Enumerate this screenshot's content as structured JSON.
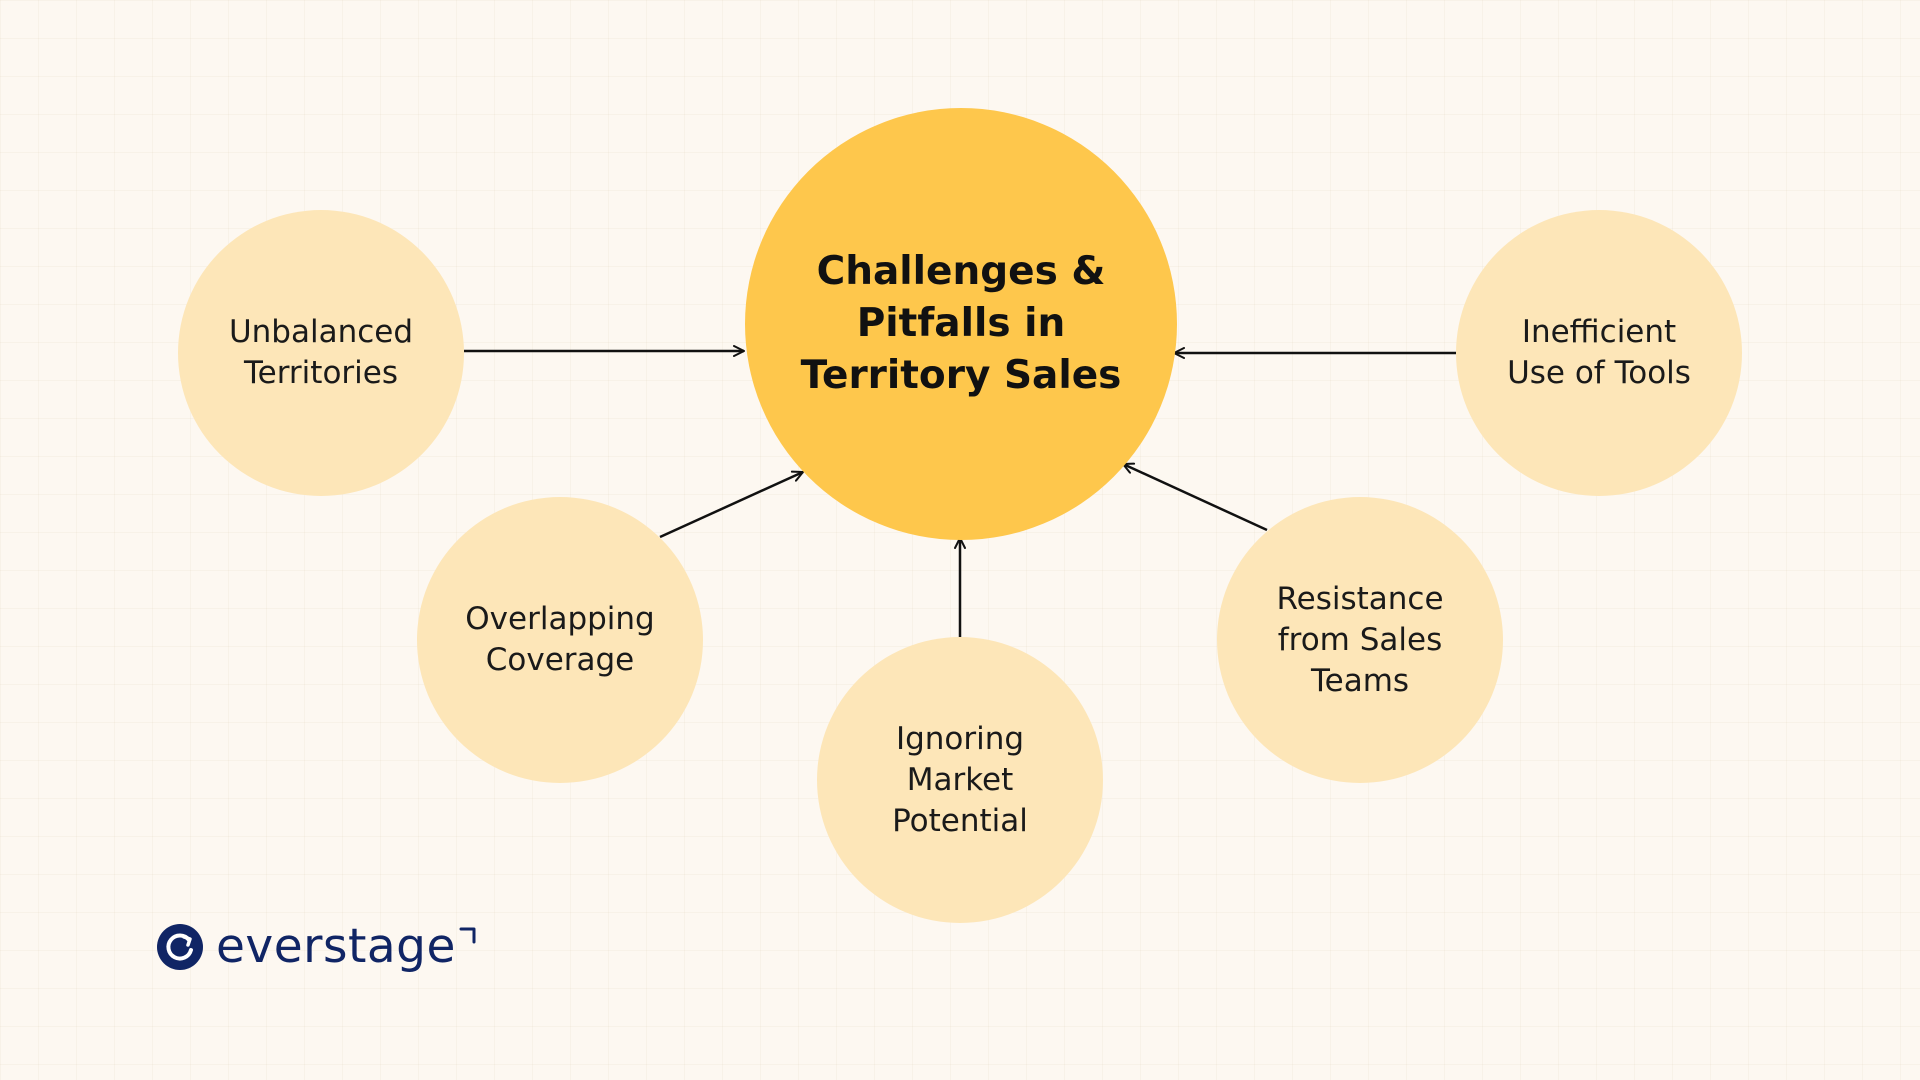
{
  "diagram": {
    "center": {
      "label": "Challenges &\nPitfalls in\nTerritory Sales"
    },
    "nodes": [
      {
        "id": "unbalanced-territories",
        "label": "Unbalanced\nTerritories"
      },
      {
        "id": "overlapping-coverage",
        "label": "Overlapping\nCoverage"
      },
      {
        "id": "ignoring-market-potential",
        "label": "Ignoring\nMarket\nPotential"
      },
      {
        "id": "resistance-from-sales-teams",
        "label": "Resistance\nfrom Sales\nTeams"
      },
      {
        "id": "inefficient-use-of-tools",
        "label": "Inefficient\nUse of Tools"
      }
    ]
  },
  "brand": {
    "name": "everstage",
    "color": "#102565"
  },
  "colors": {
    "background": "#fdf8f1",
    "center_fill": "#fec74c",
    "node_fill": "#fde6b8",
    "arrow": "#111111"
  }
}
